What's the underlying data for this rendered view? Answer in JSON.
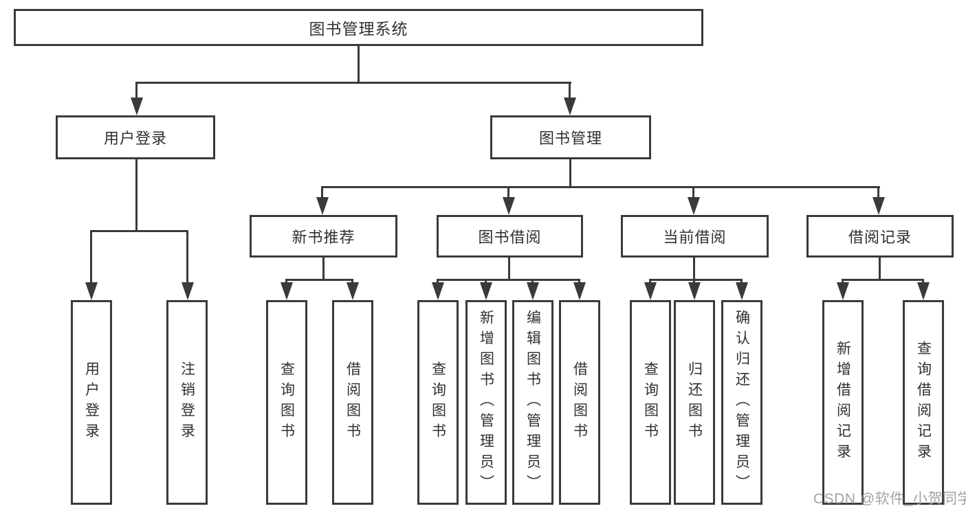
{
  "diagram": {
    "root": {
      "label": "图书管理系统"
    },
    "level1": [
      {
        "id": "user-login",
        "label": "用户登录"
      },
      {
        "id": "book-management",
        "label": "图书管理"
      }
    ],
    "level2": [
      {
        "id": "new-book-recommend",
        "label": "新书推荐"
      },
      {
        "id": "book-borrow",
        "label": "图书借阅"
      },
      {
        "id": "current-borrow",
        "label": "当前借阅"
      },
      {
        "id": "borrow-records",
        "label": "借阅记录"
      }
    ],
    "leaves": [
      "用户登录",
      "注销登录",
      "查询图书",
      "借阅图书",
      "查询图书",
      "新增图书（管理员）",
      "编辑图书（管理员）",
      "借阅图书",
      "查询图书",
      "归还图书",
      "确认归还（管理员）",
      "新增借阅记录",
      "查询借阅记录"
    ],
    "watermark": "CSDN @软件_小贺同学",
    "colors": {
      "line": "#3a3a3a",
      "text": "#303030",
      "watermark": "#9b9b9b",
      "background": "#ffffff"
    }
  }
}
